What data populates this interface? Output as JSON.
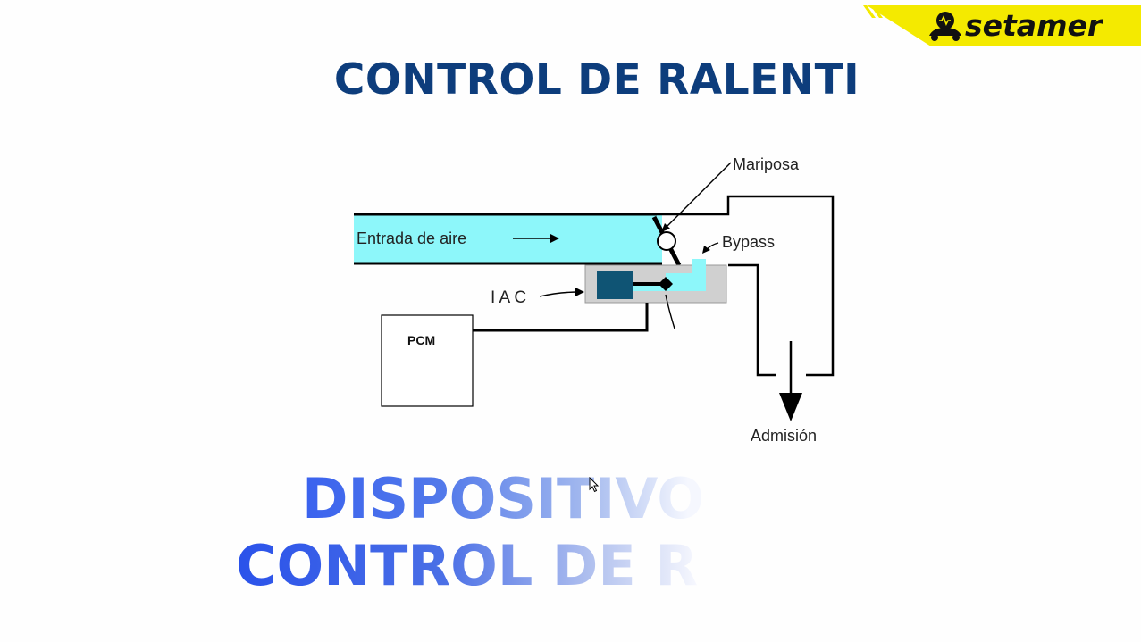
{
  "brand": {
    "logo_text": "setamer",
    "accent": "#f4ea00"
  },
  "title": "CONTROL DE RALENTI",
  "diagram": {
    "labels": {
      "mariposa": "Mariposa",
      "entrada": "Entrada de aire",
      "bypass": "Bypass",
      "iac": "I A C",
      "pcm": "PCM",
      "admision": "Admisión"
    },
    "colors": {
      "air": "#8df7fa",
      "iac_body": "#d0d0d0",
      "actuator": "#0f5474"
    }
  },
  "subtitle": {
    "line1": "DISPOSITIVO",
    "line2": "CONTROL DE R"
  }
}
